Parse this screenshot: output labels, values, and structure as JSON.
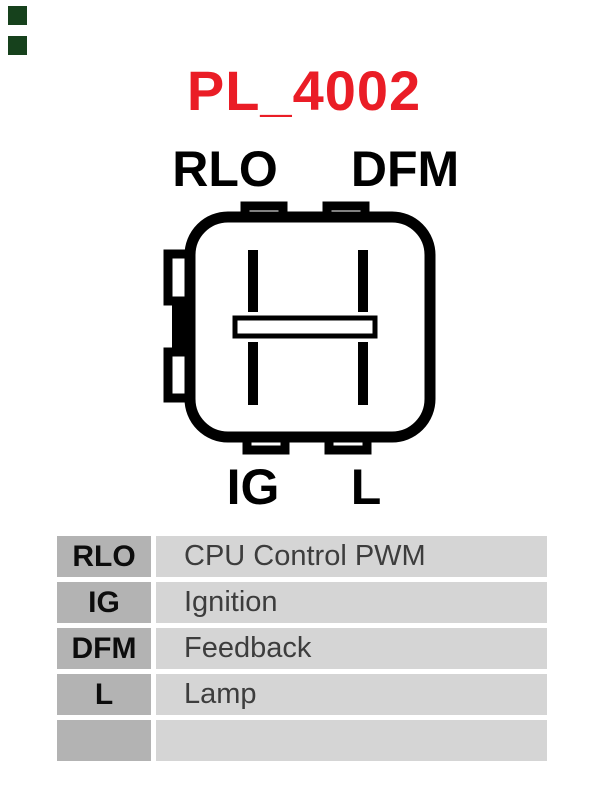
{
  "page": {
    "title": "PL_4002",
    "title_color": "#ea1d26"
  },
  "decorations": {
    "corner_square_color": "#16411c"
  },
  "connector": {
    "top_left_pin": "RLO",
    "top_right_pin": "DFM",
    "bottom_left_pin": "IG",
    "bottom_right_pin": "L"
  },
  "table": {
    "pin_cell_color": "#b3b3b3",
    "desc_cell_color": "#d5d5d5",
    "rows": [
      {
        "pin": "RLO",
        "description": "CPU Control PWM"
      },
      {
        "pin": "IG",
        "description": "Ignition"
      },
      {
        "pin": "DFM",
        "description": "Feedback"
      },
      {
        "pin": "L",
        "description": "Lamp"
      },
      {
        "pin": "",
        "description": ""
      }
    ]
  }
}
